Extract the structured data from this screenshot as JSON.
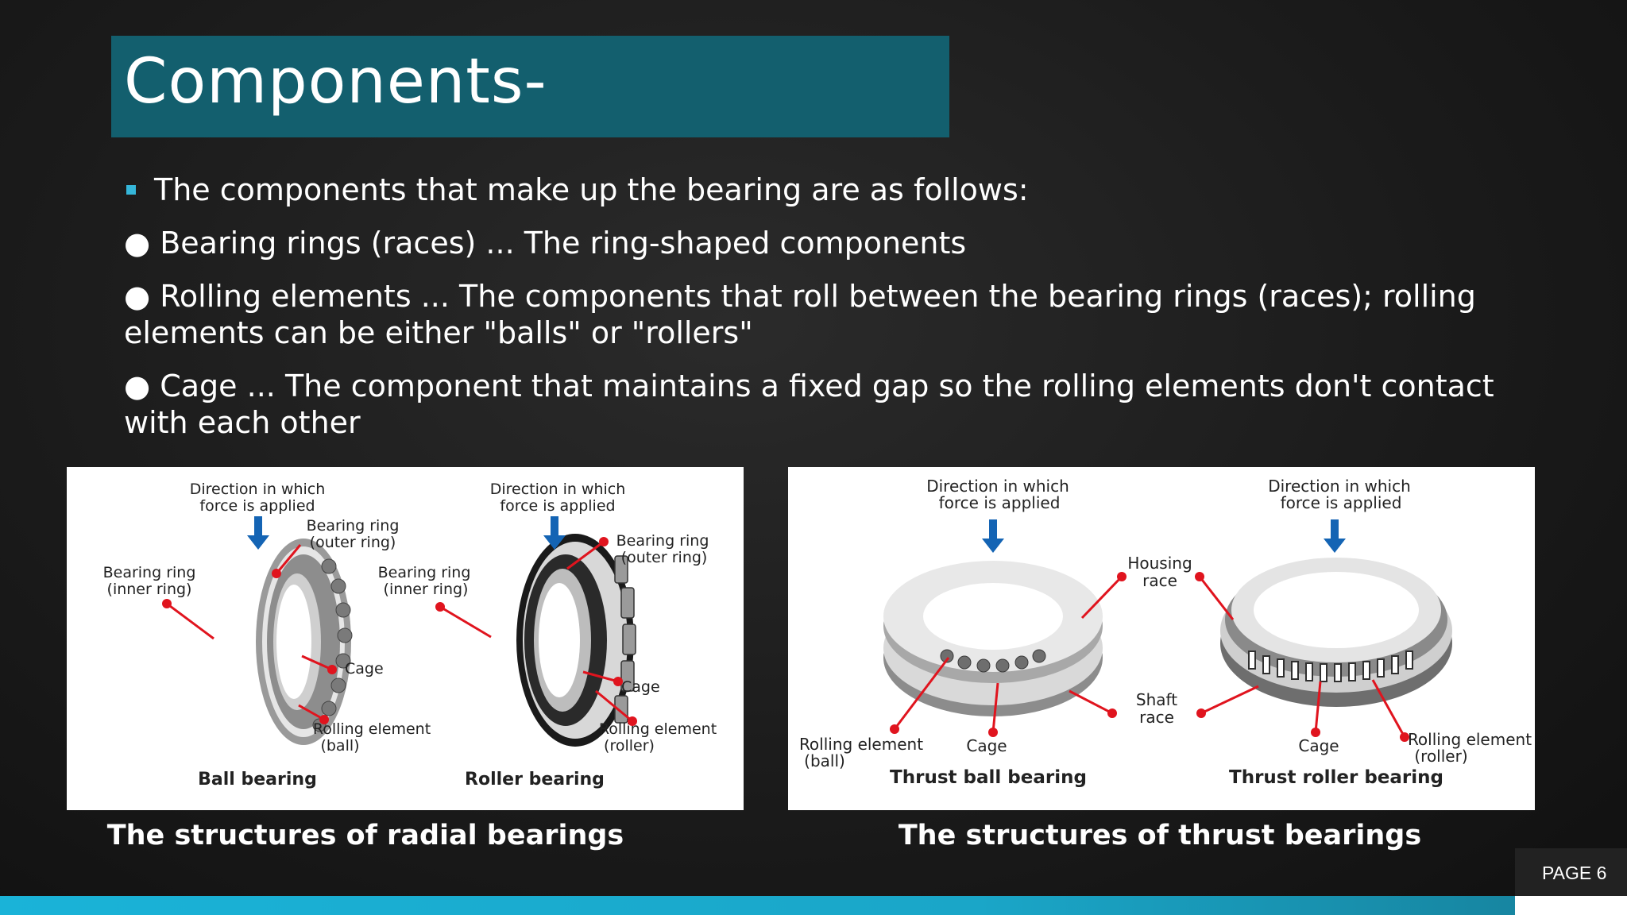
{
  "slide": {
    "title": "Components-",
    "intro": "The components that make up the bearing are as follows:",
    "bullets": [
      "● Bearing rings (races) ... The ring-shaped components",
      "● Rolling elements ... The components that roll between the bearing rings (races); rolling elements can be either \"balls\" or \"rollers\"",
      "● Cage ... The component that maintains a fixed gap so the rolling elements don't contact with each other"
    ],
    "page_label": "PAGE 6",
    "accent_color": "#35b6d9",
    "title_bg_color": "#135f6e"
  },
  "radial_figure": {
    "caption": "The structures of radial bearings",
    "ball": {
      "direction_1": "Direction in which",
      "direction_2": "force is applied",
      "outer_1": "Bearing ring",
      "outer_2": "(outer ring)",
      "inner_1": "Bearing ring",
      "inner_2": "(inner ring)",
      "cage": "Cage",
      "rolling_1": "Rolling element",
      "rolling_2": "(ball)",
      "name": "Ball bearing"
    },
    "roller": {
      "direction_1": "Direction in which",
      "direction_2": "force is applied",
      "outer_1": "Bearing ring",
      "outer_2": "(outer ring)",
      "inner_1": "Bearing ring",
      "inner_2": "(inner ring)",
      "cage": "Cage",
      "rolling_1": "Rolling element",
      "rolling_2": "(roller)",
      "name": "Roller bearing"
    }
  },
  "thrust_figure": {
    "caption": "The structures of thrust bearings",
    "housing_1": "Housing",
    "housing_2": "race",
    "shaft_1": "Shaft",
    "shaft_2": "race",
    "ball": {
      "direction_1": "Direction in which",
      "direction_2": "force is applied",
      "rolling_1": "Rolling element",
      "rolling_2": "(ball)",
      "cage": "Cage",
      "name": "Thrust ball bearing"
    },
    "roller": {
      "direction_1": "Direction in which",
      "direction_2": "force is applied",
      "cage": "Cage",
      "rolling_1": "Rolling element",
      "rolling_2": "(roller)",
      "name": "Thrust roller bearing"
    }
  }
}
